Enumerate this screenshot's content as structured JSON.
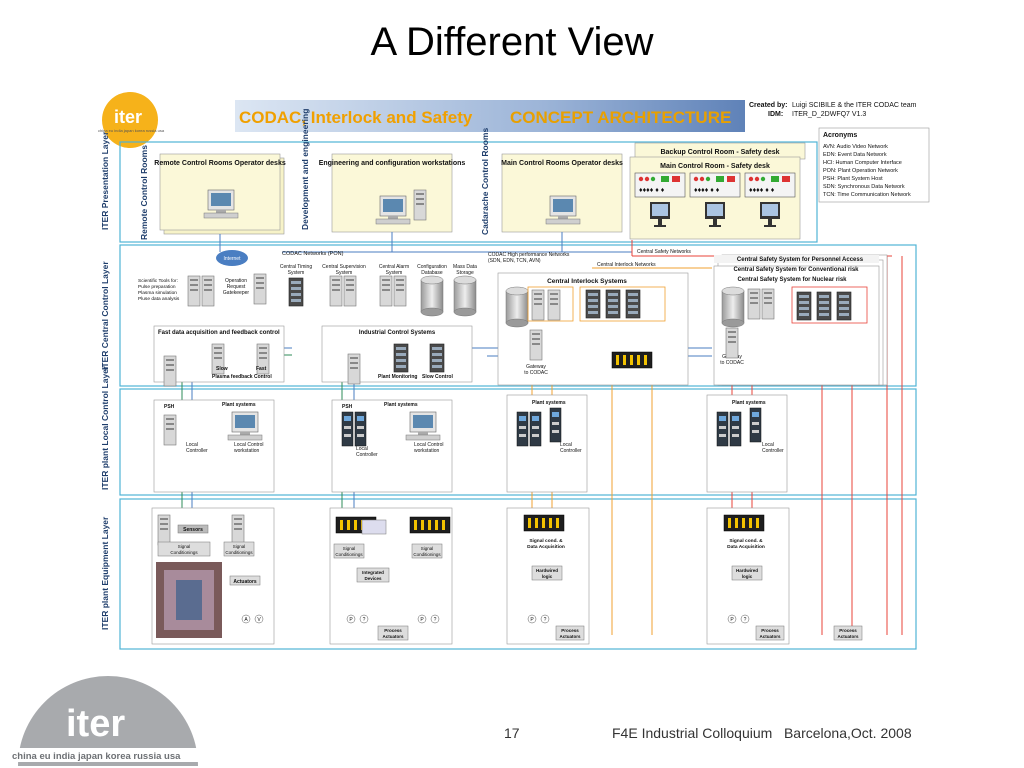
{
  "slide": {
    "title": "A Different View",
    "page_number": "17",
    "footer": "F4E Industrial Colloquium   Barcelona,Oct. 2008"
  },
  "logo": {
    "word": "iter",
    "tagline": "china eu india japan korea russia usa"
  },
  "diagram": {
    "header": {
      "title_part1": "CODAC, Interlock and Safety",
      "title_part2": "CONCEPT ARCHITECTURE",
      "created_by_label": "Created by:",
      "created_by": "Luigi SCIBILE & the ITER CODAC team",
      "idm_label": "IDM:",
      "idm": "ITER_D_2DWFQ7 V1.3"
    },
    "acronyms": {
      "title": "Acronyms",
      "items": [
        "AVN: Audio Video Network",
        "EDN: Event Data Network",
        "HCI: Human Computer Interface",
        "PON: Plant Operation Network",
        "PSH: Plant System Host",
        "SDN: Synchronous Data Network",
        "TCN: Time Communication Network"
      ]
    },
    "layers": {
      "presentation": "ITER Presentation Layer",
      "remote_rooms": "Remote Control Rooms",
      "dev_eng": "Development and engineering",
      "cadarache": "Cadarache Control Rooms",
      "central": "ITER Central Control Layer",
      "local": "ITER plant Local Control Layer",
      "equipment": "ITER plant Equipment Layer"
    },
    "presentation": {
      "remote_ops": "Remote Control Rooms Operator desks",
      "eng_ws": "Engineering and configuration workstations",
      "main_ops": "Main Control Rooms Operator desks",
      "backup_safety": "Backup Control Room - Safety desk",
      "main_safety": "Main Control Room - Safety desk"
    },
    "central": {
      "internet": "Internet",
      "sci_tools": [
        "Scientific Tools for:",
        "Pulse preparation",
        "Plasma simulation",
        "Pluse data analysis"
      ],
      "gatekeeper": [
        "Operation",
        "Request",
        "Gatekeeper"
      ],
      "codac_pon": "CODAC Networks (PON)",
      "timing": [
        "Central Timing",
        "System"
      ],
      "supervision": [
        "Central Supervision",
        "System"
      ],
      "alarm": [
        "Central Alarm",
        "System"
      ],
      "config_db": [
        "Configuration",
        "Database"
      ],
      "mass_storage": [
        "Mass Data",
        "Storage"
      ],
      "hpn": [
        "CODAC High performance Networks",
        "(SDN, EDN, TCN, AVN)"
      ],
      "csn": "Central Safety Networks",
      "cin": "Central Interlock Networks",
      "css_personnel": "Central Safety System for Personnel Access",
      "css_conventional": "Central Safety System for Conventional risk",
      "css_nuclear": "Central Safety System for Nuclear risk",
      "cis": "Central Interlock Systems",
      "fast_daq": "Fast data acquisition and feedback control",
      "ics": "Industrial Control Systems",
      "slow": "Slow",
      "fast": "Fast",
      "plasma_fb": "Plasma feedback Control",
      "plant_mon": "Plant Monitoring",
      "slow_ctrl": "Slow Control",
      "gateway": [
        "Gateway",
        "to CODAC"
      ]
    },
    "local": {
      "psh": "PSH",
      "plant_systems": "Plant systems",
      "local_controller": [
        "Local",
        "Controller"
      ],
      "local_ws": [
        "Local Control",
        "workstation"
      ]
    },
    "equipment": {
      "sensors": "Sensors",
      "signal_cond": [
        "Signal",
        "Conditionings"
      ],
      "actuators": "Actuators",
      "integrated": [
        "Integrated",
        "Devices"
      ],
      "process_act": [
        "Process",
        "Actuators"
      ],
      "sig_daq": [
        "Signal cond. &",
        "Data Acquisition"
      ],
      "hardwired": [
        "Hardwired",
        "logic"
      ],
      "p": "P",
      "q": "?",
      "a": "A",
      "v": "V"
    }
  }
}
